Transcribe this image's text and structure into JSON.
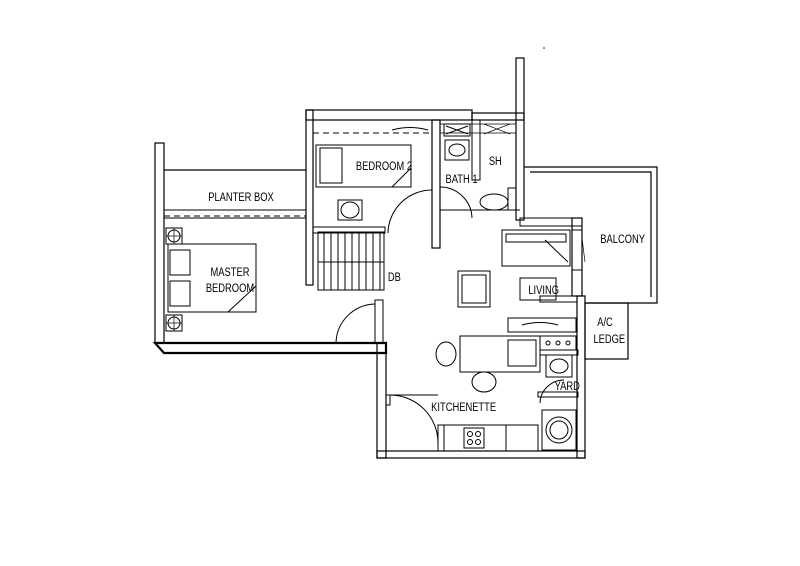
{
  "floorplan": {
    "rooms": {
      "planter_box": "PLANTER BOX",
      "bedroom_2": "BEDROOM 2",
      "bath_1": "BATH 1",
      "shower": "SH",
      "balcony": "BALCONY",
      "master_bedroom_line1": "MASTER",
      "master_bedroom_line2": "BEDROOM",
      "db": "DB",
      "living": "LIVING",
      "ac_ledge_line1": "A/C",
      "ac_ledge_line2": "LEDGE",
      "yard": "YARD",
      "kitchenette": "KITCHENETTE"
    }
  }
}
